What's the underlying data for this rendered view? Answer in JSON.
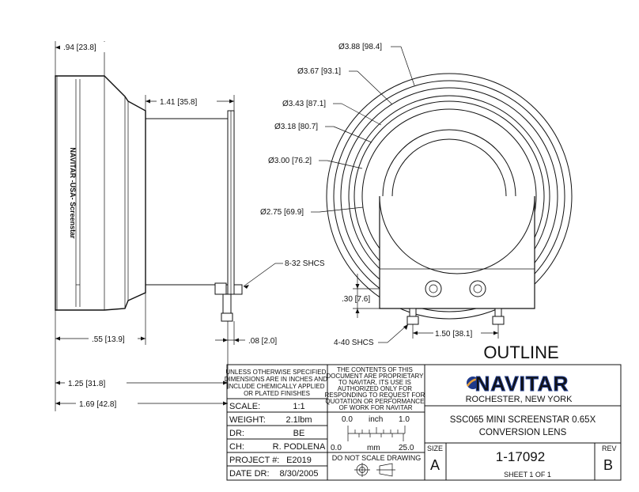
{
  "dims": {
    "d_388": "Ø3.88 [98.4]",
    "d_367": "Ø3.67 [93.1]",
    "d_343": "Ø3.43 [87.1]",
    "d_318": "Ø3.18 [80.7]",
    "d_300": "Ø3.00 [76.2]",
    "d_275": "Ø2.75 [69.9]",
    "len_094": ".94 [23.8]",
    "len_141": "1.41 [35.8]",
    "shcs_832": "8-32 SHCS",
    "len_030": ".30 [7.6]",
    "len_150": "1.50 [38.1]",
    "shcs_440": "4-40 SHCS",
    "len_008": ".08 [2.0]",
    "len_055": ".55 [13.9]",
    "len_125": "1.25 [31.8]",
    "len_169": "1.69 [42.8]"
  },
  "lens_engraving": "NAVITAR -USA- Screenstar",
  "sheet_title": "OUTLINE",
  "title_block": {
    "tolerance_note": "UNLESS OTHERWISE SPECIFIED DIMENSIONS ARE IN INCHES AND INCLUDE CHEMICALLY APPLIED OR PLATED FINISHES",
    "proprietary_note": "THE CONTENTS OF THIS DOCUMENT ARE PROPRIETARY TO NAVITAR, ITS USE IS AUTHORIZED ONLY FOR RESPONDING TO REQUEST FOR QUOTATION OR PERFORMANCE OF WORK FOR NAVITAR",
    "scale_label": "SCALE:",
    "scale_value": "1:1",
    "weight_label": "WEIGHT:",
    "weight_value": "2.1lbm",
    "dr_label": "DR:",
    "dr_value": "BE",
    "ch_label": "CH:",
    "ch_value": "R. PODLENA",
    "project_label": "PROJECT #:",
    "project_value": "E2019",
    "date_label": "DATE DR:",
    "date_value": "8/30/2005",
    "ruler_top_start": "0.0",
    "ruler_top_unit": "inch",
    "ruler_top_end": "1.0",
    "ruler_bottom_start": "0.0",
    "ruler_bottom_unit": "mm",
    "ruler_bottom_end": "25.0",
    "do_not_scale": "DO NOT SCALE DRAWING",
    "company": "NAVITAR",
    "location": "ROCHESTER, NEW YORK",
    "part_title_line1": "SSC065  MINI SCREENSTAR 0.65X",
    "part_title_line2": "CONVERSION LENS",
    "size_label": "SIZE",
    "size_value": "A",
    "drawing_number": "1-17092",
    "rev_label": "REV",
    "rev_value": "B",
    "sheet_text": "SHEET  1  OF   1"
  }
}
